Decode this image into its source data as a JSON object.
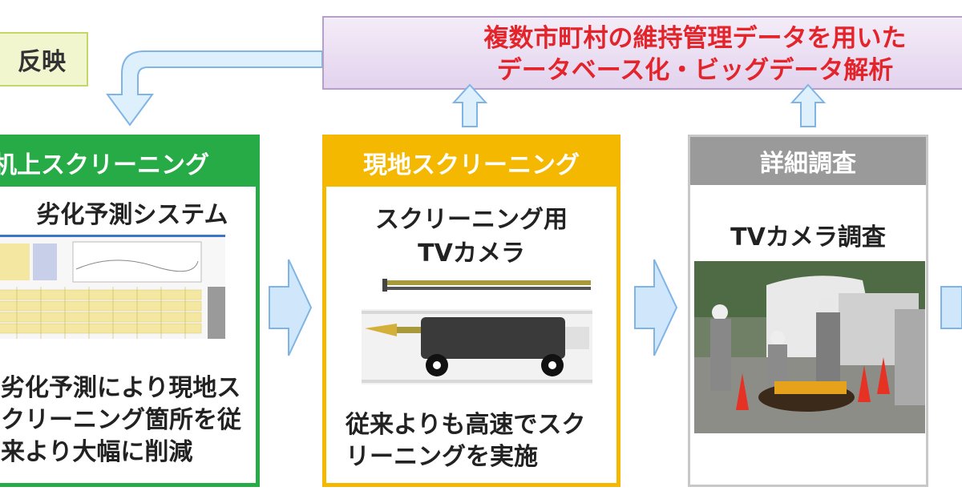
{
  "reflect_label": "反映",
  "banner": {
    "line1": "複数市町村の維持管理データを用いた",
    "line2": "データベース化・ビッグデータ解析"
  },
  "panel1": {
    "title": "机上スクリーニング",
    "subtitle": "劣化予測システム",
    "desc": [
      "劣化予測により現地ス",
      "クリーニング箇所を従",
      "来より大幅に削減"
    ]
  },
  "panel2": {
    "title": "現地スクリーニング",
    "subtitle_line1": "スクリーニング用",
    "subtitle_line2": "TVカメラ",
    "desc": [
      "従来よりも高速でスク",
      "リーニングを実施"
    ]
  },
  "panel3": {
    "title": "詳細調査",
    "subtitle": "TVカメラ調査"
  },
  "colors": {
    "green": "#27ab47",
    "yellow": "#f5b800",
    "gray": "#9a9a9a",
    "banner_text": "#e3242b",
    "arrow_fill": "#cfe6fb",
    "arrow_stroke": "#7fb4e6"
  }
}
